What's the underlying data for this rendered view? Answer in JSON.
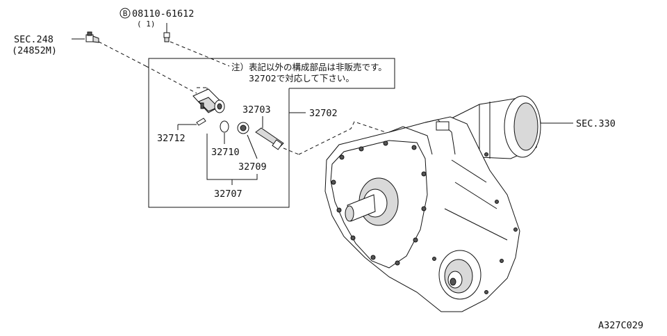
{
  "bolt_callout": {
    "prefix": "B",
    "part_no": "08110-61612",
    "qty": "( 1)"
  },
  "sensor_ref": {
    "section": "SEC.248",
    "code": "(24852M)"
  },
  "note": {
    "line1": "注）表記以外の構成部品は非販売です。",
    "line2": "32702で対応して下さい。"
  },
  "parts": {
    "p32703": "32703",
    "p32702": "32702",
    "p32712": "32712",
    "p32710": "32710",
    "p32709": "32709",
    "p32707": "32707"
  },
  "transfer_ref": {
    "section": "SEC.330"
  },
  "figure_code": "A327C029"
}
